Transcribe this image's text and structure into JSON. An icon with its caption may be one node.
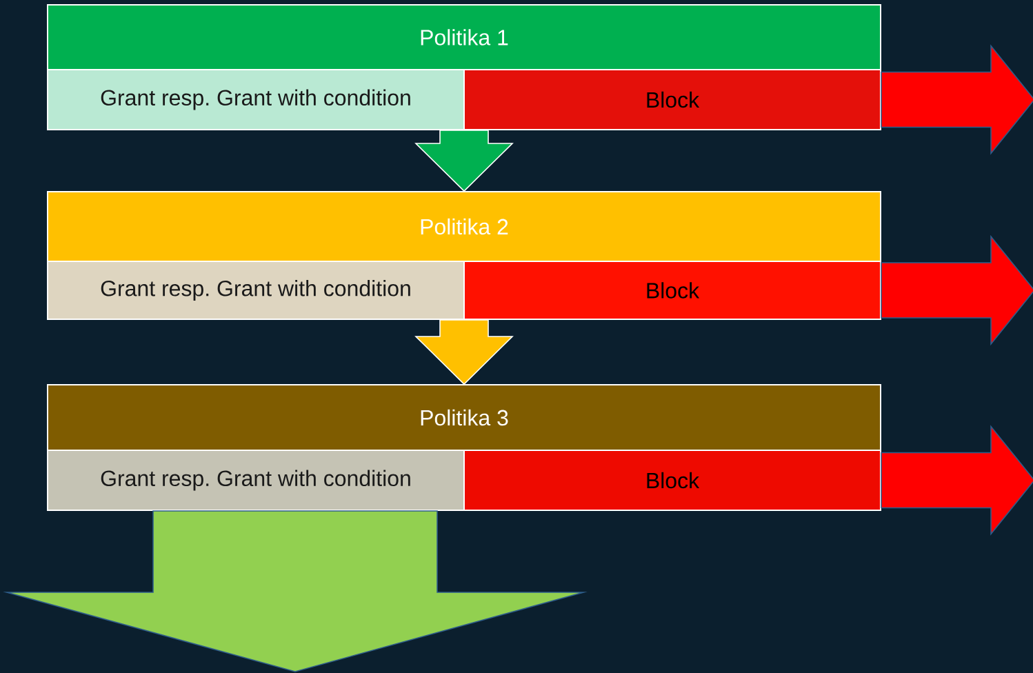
{
  "diagram": {
    "nodes": [
      {
        "text": [
          "Politika 1"
        ]
      },
      {
        "text": [
          "Grant resp. Grant with condition"
        ]
      },
      {
        "text": [
          "Block"
        ]
      },
      {
        "text": [
          "Politika 2"
        ]
      },
      {
        "text": [
          "Grant resp. Grant with condition"
        ]
      },
      {
        "text": [
          "Block"
        ]
      },
      {
        "text": [
          "Politika 3"
        ]
      },
      {
        "text": [
          "Grant resp. Grant with condition"
        ]
      },
      {
        "text": [
          "Block"
        ]
      }
    ],
    "edges": [
      {
        "from": 1,
        "to": 3,
        "arrow": "to",
        "color": "#00b050"
      },
      {
        "from": 4,
        "to": 6,
        "arrow": "to",
        "color": "#ffc000"
      },
      {
        "from": 2,
        "to": null,
        "arrow": "to",
        "color": "#ff0000"
      },
      {
        "from": 5,
        "to": null,
        "arrow": "to",
        "color": "#ff0000"
      },
      {
        "from": 8,
        "to": null,
        "arrow": "to",
        "color": "#ff0000"
      },
      {
        "from": 7,
        "to": null,
        "arrow": "to",
        "color": "#92d050"
      }
    ]
  }
}
